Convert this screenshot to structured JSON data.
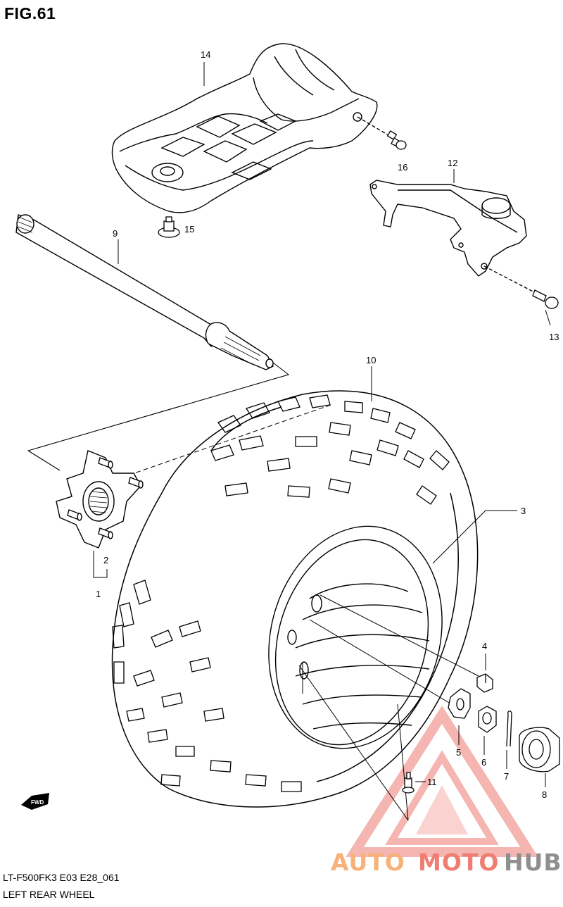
{
  "figure": {
    "title": "FIG.61",
    "model_code": "LT-F500FK3 E03 E28_061",
    "caption": "LEFT REAR WHEEL"
  },
  "parts": [
    {
      "ref": "1"
    },
    {
      "ref": "2"
    },
    {
      "ref": "3"
    },
    {
      "ref": "4"
    },
    {
      "ref": "5"
    },
    {
      "ref": "6"
    },
    {
      "ref": "7"
    },
    {
      "ref": "8"
    },
    {
      "ref": "9"
    },
    {
      "ref": "10"
    },
    {
      "ref": "11"
    },
    {
      "ref": "12"
    },
    {
      "ref": "13"
    },
    {
      "ref": "14"
    },
    {
      "ref": "15"
    },
    {
      "ref": "16"
    }
  ],
  "direction_badge": "FWD",
  "watermark": {
    "word1": "AUTO",
    "word2": "MOTO",
    "word3": "HUB",
    "colors": {
      "auto": "#f6b27a",
      "moto": "#ef7d72",
      "hub": "#8f8f8f",
      "logo": "#ee7a72"
    }
  }
}
